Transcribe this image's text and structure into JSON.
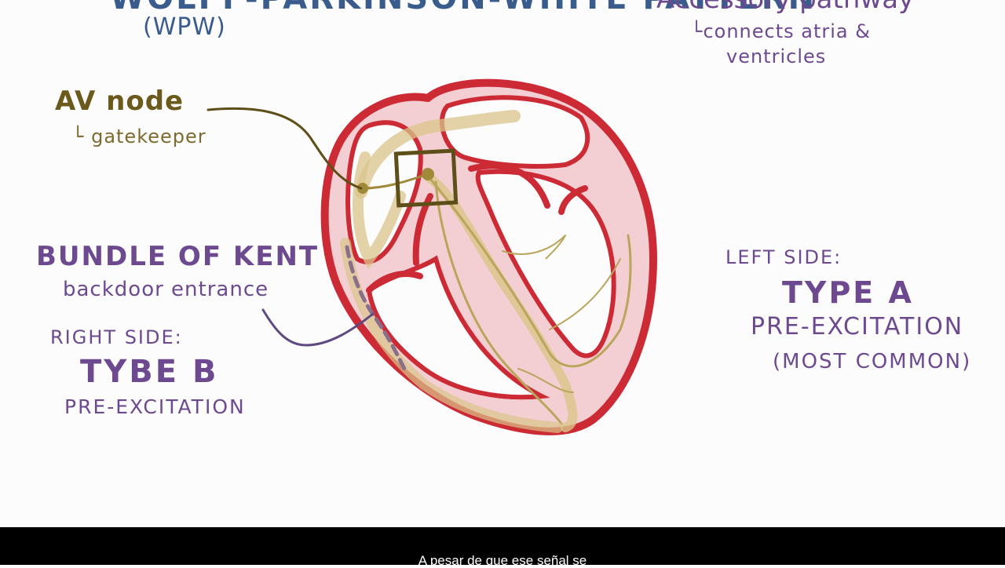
{
  "title": {
    "main": "WOLFF-PARKINSON-WHITE PATTERN",
    "abbr": "(WPW)"
  },
  "accessory": {
    "title": "Accessory pathway",
    "sub1": "└connects atria &",
    "sub2": "ventricles"
  },
  "av_node": {
    "label": "AV node",
    "sub": "└ gatekeeper"
  },
  "kent": {
    "label": "BUNDLE OF KENT",
    "sub": "backdoor entrance"
  },
  "right_side": {
    "label": "RIGHT SIDE:",
    "type": "TYBE B",
    "pre": "PRE-EXCITATION"
  },
  "left_side": {
    "label": "LEFT SIDE:",
    "type": "TYPE A",
    "pre": "PRE-EXCITATION",
    "note": "(MOST COMMON)"
  },
  "caption": "A pesar de que ese señal se",
  "colors": {
    "heart_outline": "#cc2a35",
    "heart_fill": "#f3cfd3",
    "conduction": "#d9c48a",
    "av_node_label": "#6b5a1c",
    "purple_labels": "#6d4a8f",
    "blue_title": "#3a5c8c"
  }
}
